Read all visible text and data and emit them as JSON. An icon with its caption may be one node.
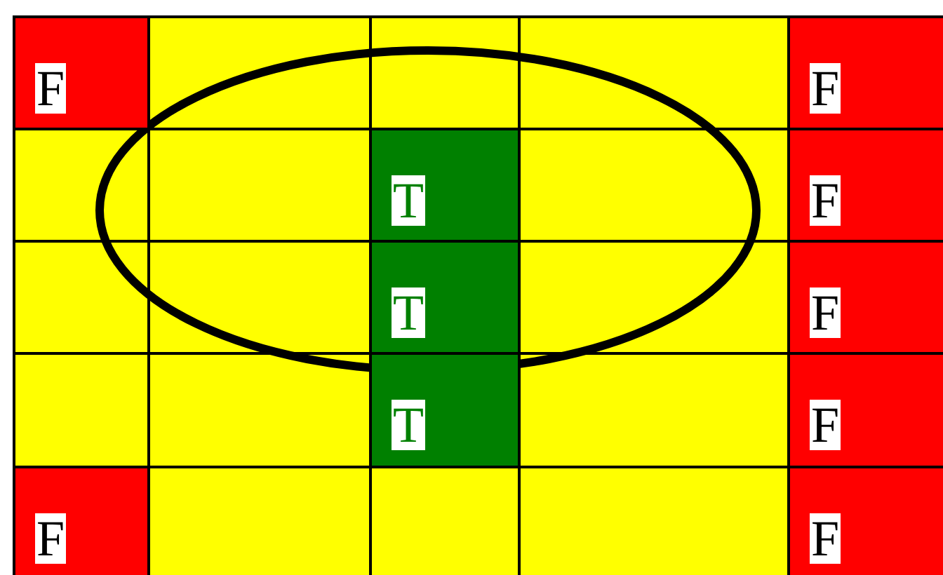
{
  "diagram": {
    "labels": [
      "F",
      "F",
      "T",
      "F",
      "T",
      "F",
      "T",
      "F",
      "F",
      "F"
    ]
  }
}
